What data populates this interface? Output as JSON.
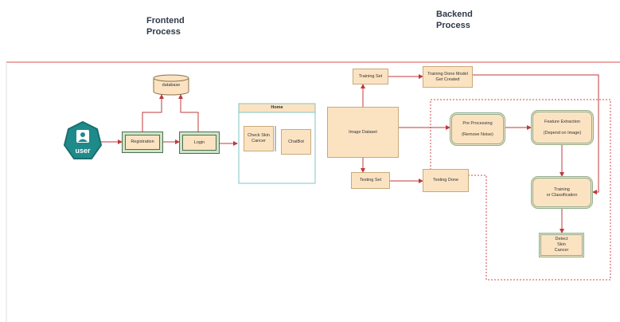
{
  "titles": {
    "frontend": "Frontend\nProcess",
    "backend": "Backend\nProcess"
  },
  "frontend": {
    "user_label": "user",
    "registration": "Registration",
    "login": "Login",
    "database": "database",
    "home_header": "Home",
    "check_skin_cancer": "Check Skin\nCancer",
    "chatbot": "ChatBot"
  },
  "backend": {
    "training_set": "Training Set",
    "training_done_model": "Training Done Model\nGet Created",
    "image_dataset": "Image Dataset",
    "testing_set": "Testing Set",
    "testing_done": "Testing Done",
    "pre_processing": "Pre Processing\n\n(Remove Noise)",
    "feature_extraction": "Feature Extraction\n\n(Depend on Image)",
    "training_classification": "Training\nor Classification",
    "detect_skin_cancer": "Detect\nSkin\nCancer"
  },
  "colors": {
    "arrow": "#c0393b",
    "box_fill": "#fbe3c2",
    "user_icon": "#1f8a8a",
    "divider": "#d9534f"
  }
}
